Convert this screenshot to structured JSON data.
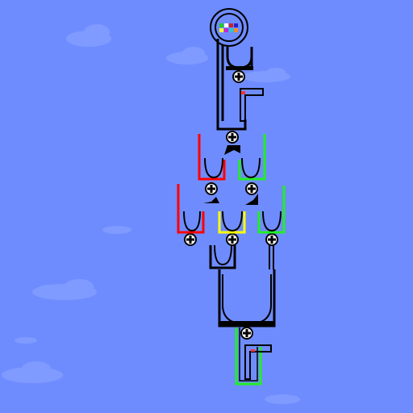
{
  "game": {
    "colors": {
      "background": "#6f8cff",
      "cloud": "#7f9bff",
      "pipe": "#000000",
      "red": "#ff0000",
      "green": "#22ee22",
      "yellow": "#ffff00",
      "flag": "#ff3333"
    },
    "hopper_balls": [
      "#22cc22",
      "#ffffff",
      "#cc2222",
      "#2222cc",
      "#ffff22",
      "#cc22cc",
      "#22cccc",
      "#ff8822"
    ],
    "cups": [
      {
        "id": "cup-red-upper",
        "color": "red"
      },
      {
        "id": "cup-green-upper",
        "color": "green"
      },
      {
        "id": "cup-red-lower",
        "color": "red"
      },
      {
        "id": "cup-yellow-lower",
        "color": "yellow"
      },
      {
        "id": "cup-green-lower",
        "color": "green"
      },
      {
        "id": "collector-box",
        "color": "green"
      }
    ],
    "icons": {
      "valve": "cross-valve-icon",
      "flag": "flag-icon",
      "hopper": "ball-hopper-icon",
      "switch": "switch-ramp-icon"
    }
  }
}
